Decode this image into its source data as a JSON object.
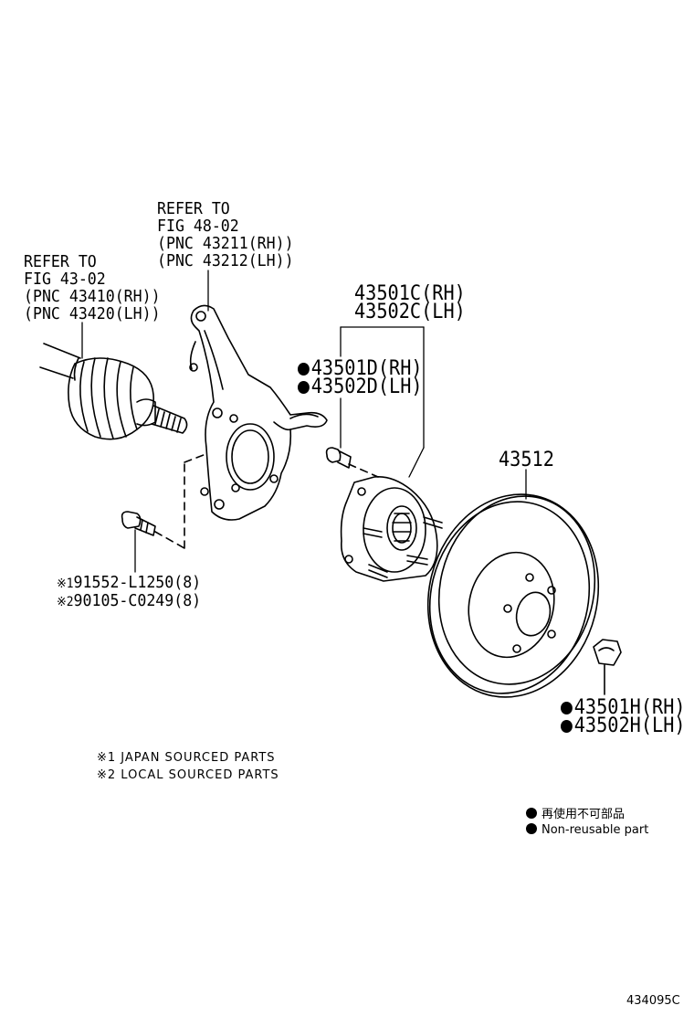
{
  "labels": {
    "axle_ref": {
      "line1": "REFER TO",
      "line2": "FIG 43-02",
      "line3": "(PNC 43410(RH))",
      "line4": "(PNC 43420(LH))"
    },
    "knuckle_ref": {
      "line1": "REFER TO",
      "line2": "FIG 48-02",
      "line3": "(PNC 43211(RH))",
      "line4": "(PNC 43212(LH))"
    },
    "hub_assy": {
      "line1": "43501C(RH)",
      "line2": "43502C(LH)"
    },
    "hub_bolt": {
      "line1": "43501D(RH)",
      "line2": "43502D(LH)"
    },
    "disc": "43512",
    "bolt": {
      "line1": "91552-L1250(8)",
      "line2": "90105-C0249(8)",
      "mark1": "※1",
      "mark2": "※2"
    },
    "nut": {
      "line1": "43501H(RH)",
      "line2": "43502H(LH)"
    }
  },
  "notes": {
    "line1": "※1 JAPAN SOURCED PARTS",
    "line2": "※2 LOCAL SOURCED PARTS"
  },
  "legend": {
    "jp": "再使用不可部品",
    "en": "Non-reusable part"
  },
  "figure_number": "434095C",
  "icons": {
    "non_reusable_marker": "filled-circle-icon"
  }
}
